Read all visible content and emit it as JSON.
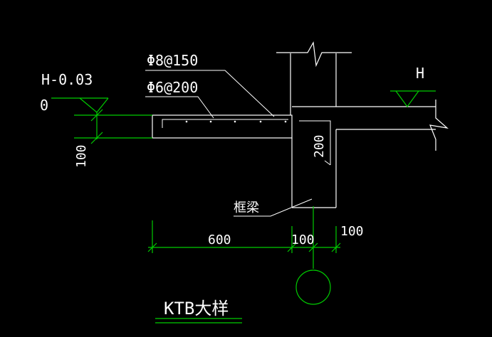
{
  "colors": {
    "background": "#000000",
    "line": "#ffffff",
    "dimension": "#00cc00"
  },
  "labels": {
    "rebar_top": "Φ8@150",
    "rebar_dist": "Φ6@200",
    "level_left_line1": "H-0.03",
    "level_left_line2": "0",
    "level_right": "H",
    "slab_thickness": "100",
    "beam_dim": "200",
    "beam_name": "框梁",
    "dim_600": "600",
    "dim_100_a": "100",
    "dim_100_b": "100",
    "title": "KTB大样"
  },
  "icons": [
    "level-marker-icon",
    "break-line-icon",
    "axis-bubble-icon"
  ]
}
